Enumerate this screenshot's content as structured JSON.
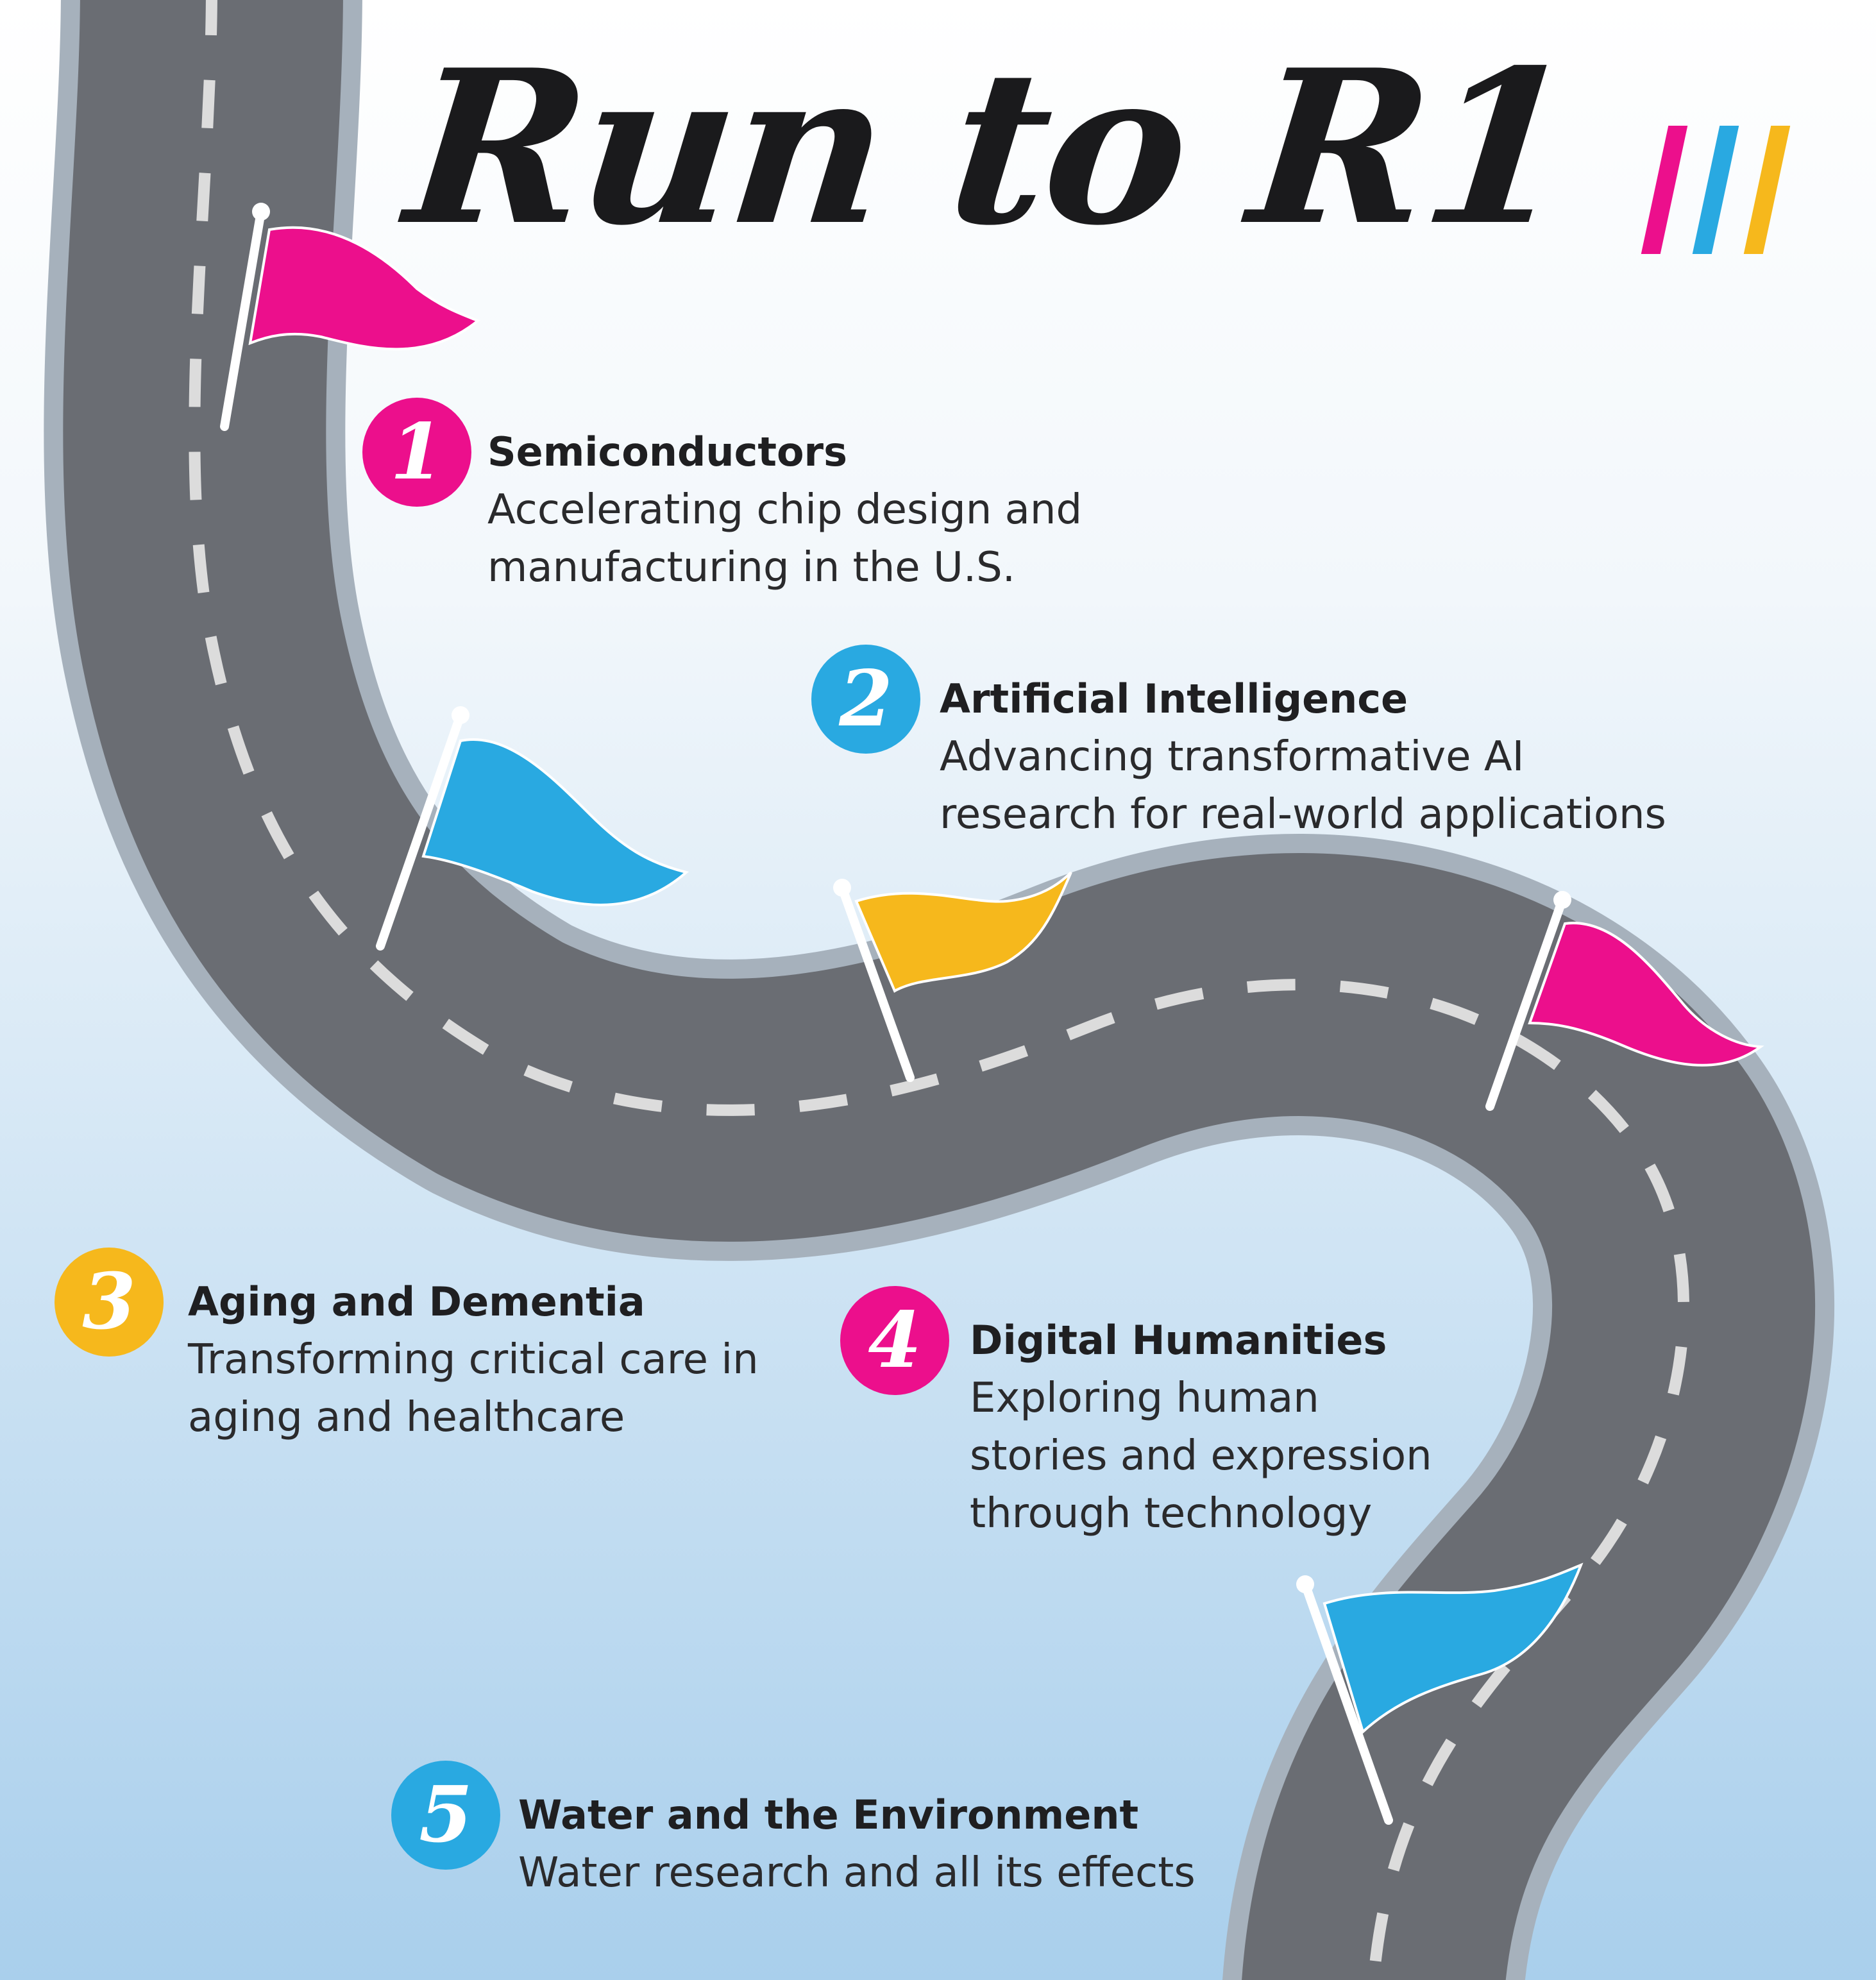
{
  "title": "Run to R1",
  "colors": {
    "background_top": "#ffffff",
    "background_bottom": "#a9cfec",
    "road": "#6a6d73",
    "road_edge": "#a6b1bc",
    "lane_dash": "#dcdcdc",
    "pink": "#ec0f8c",
    "blue": "#29a9e1",
    "yellow": "#f6b81c",
    "pole": "#ffffff"
  },
  "title_stripes": [
    "pink",
    "blue",
    "yellow"
  ],
  "flags": [
    {
      "name": "flag-pink-top",
      "color": "pink"
    },
    {
      "name": "flag-blue-left",
      "color": "blue"
    },
    {
      "name": "flag-yellow-middle",
      "color": "yellow"
    },
    {
      "name": "flag-pink-right",
      "color": "pink"
    },
    {
      "name": "flag-blue-bottom",
      "color": "blue"
    }
  ],
  "items": [
    {
      "number": "1",
      "color": "pink",
      "title": "Semiconductors",
      "lines": [
        "Accelerating chip design and",
        "manufacturing in the U.S."
      ]
    },
    {
      "number": "2",
      "color": "blue",
      "title": "Artificial Intelligence",
      "lines": [
        "Advancing transformative AI",
        "research for real-world applications"
      ]
    },
    {
      "number": "3",
      "color": "yellow",
      "title": "Aging and Dementia",
      "lines": [
        "Transforming critical care in",
        "aging and healthcare"
      ]
    },
    {
      "number": "4",
      "color": "pink",
      "title": "Digital Humanities",
      "lines": [
        "Exploring human",
        "stories and expression",
        "through technology"
      ]
    },
    {
      "number": "5",
      "color": "blue",
      "title": "Water and the Environment",
      "lines": [
        "Water research and all its effects"
      ]
    }
  ]
}
